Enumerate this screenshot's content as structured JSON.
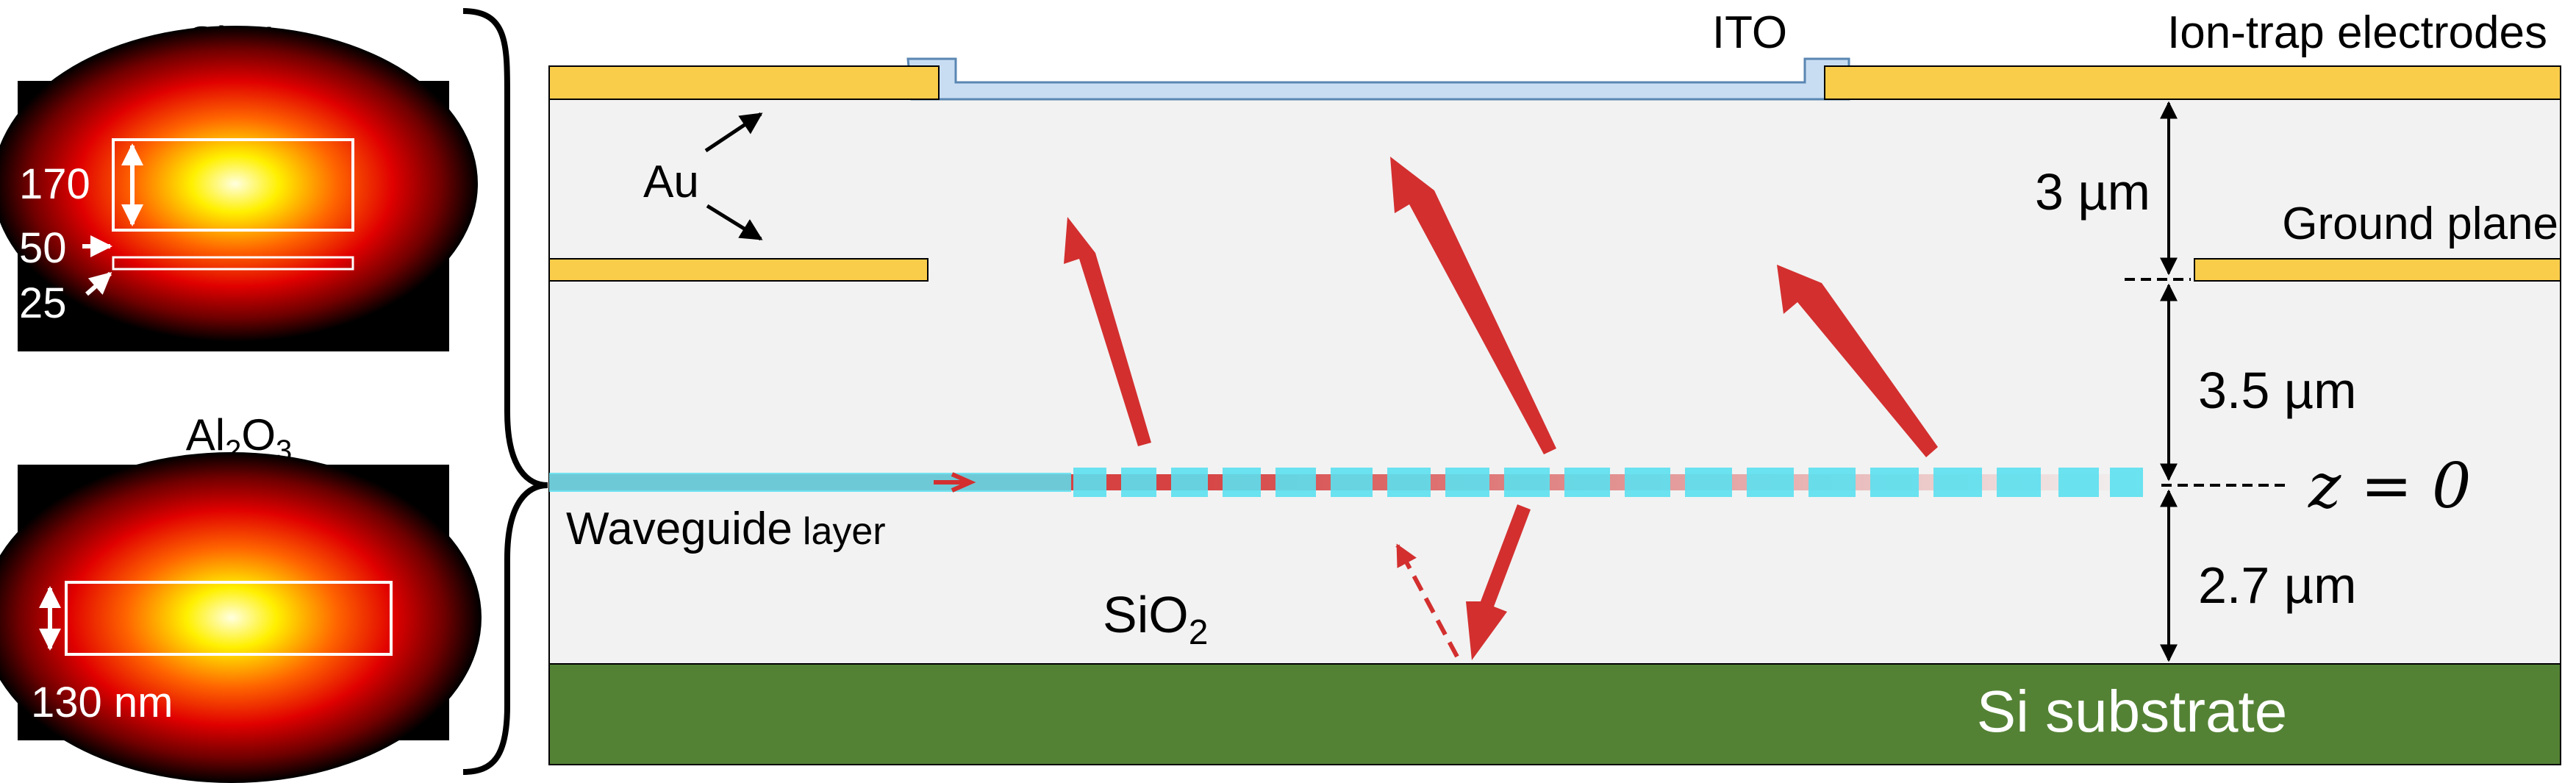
{
  "insets": {
    "si3n4": {
      "title_base": "Si",
      "title_sub1": "3",
      "title_mid": "N",
      "title_sub2": "4",
      "dim_core": "170",
      "dim_gap": "50",
      "dim_layer": "25"
    },
    "al2o3": {
      "title_base": "Al",
      "title_sub1": "2",
      "title_mid": "O",
      "title_sub2": "3",
      "dim_core": "130 nm"
    }
  },
  "labels": {
    "ito": "ITO",
    "ion_trap_electrodes": "Ion-trap electrodes",
    "au": "Au",
    "ground_plane": "Ground plane",
    "waveguide_main": "Waveguide",
    "waveguide_small": "layer",
    "sio2_base": "SiO",
    "sio2_sub": "2",
    "substrate": "Si substrate"
  },
  "dimensions": {
    "d1": "3 µm",
    "d2": "3.5 µm",
    "d3": "2.7 µm",
    "z0": "z = 0"
  },
  "colors": {
    "gold": "#F9CC4A",
    "ito": "#C8DDF2",
    "sio2": "#F2F2F2",
    "substrate": "#548235",
    "arrow_red": "#D32F2F",
    "grating_cyan": "#5CE1F0"
  }
}
